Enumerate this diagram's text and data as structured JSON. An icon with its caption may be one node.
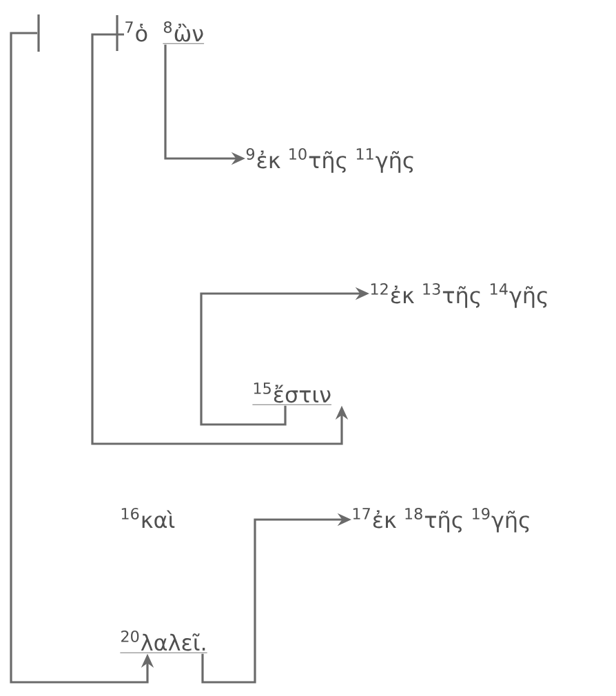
{
  "diagram": {
    "nodes": [
      {
        "text": [],
        "shape": "bar"
      },
      {
        "text": [
          "$^{7}$ὁ"
        ]
      },
      {
        "text": [
          "$^{8}$ὢν"
        ]
      },
      {
        "text": [
          "$^{9}$ἐκ $^{10}$τῆς $^{11}$γῆς"
        ]
      },
      {
        "text": [
          "$^{12}$ἐκ $^{13}$τῆς $^{14}$γῆς"
        ]
      },
      {
        "text": [
          "$^{15}$ἔστιν"
        ]
      },
      {
        "text": [
          "$^{20}$λαλεῖ."
        ]
      },
      {
        "text": [
          "$^{17}$ἐκ $^{18}$τῆς $^{19}$γῆς"
        ]
      }
    ],
    "edges": [
      {
        "from": 0,
        "to": 6,
        "arrow": "to"
      },
      {
        "from": 1,
        "to": 5,
        "arrow": "to"
      },
      {
        "from": 2,
        "to": 3,
        "arrow": "to"
      },
      {
        "from": 5,
        "to": 4,
        "arrow": "to"
      },
      {
        "from": 6,
        "to": 7,
        "arrow": "to"
      }
    ],
    "labels": [
      "$^{16}$καὶ"
    ]
  }
}
